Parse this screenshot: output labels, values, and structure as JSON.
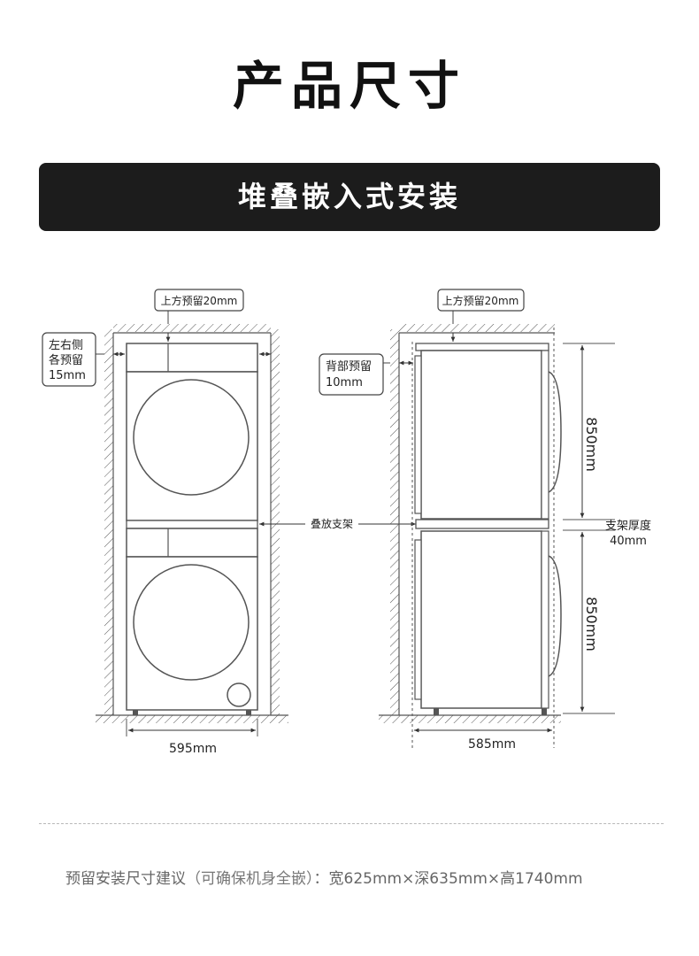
{
  "title": "产品尺寸",
  "banner": "堆叠嵌入式安装",
  "diagram": {
    "front": {
      "top_clearance": "上方预留20mm",
      "side_clearance_lines": [
        "左右侧",
        "各预留",
        "15mm"
      ],
      "width": "595mm"
    },
    "side": {
      "top_clearance": "上方预留20mm",
      "back_clearance_lines": [
        "背部预留",
        "10mm"
      ],
      "depth": "585mm",
      "upper_height": "850mm",
      "lower_height": "850mm",
      "bracket_thickness_lines": [
        "支架厚度",
        "40mm"
      ]
    },
    "bracket_label": "叠放支架"
  },
  "footer": {
    "label": "预留安装尺寸建议",
    "note": "（可确保机身全嵌）",
    "dims": "：宽625mm×深635mm×高1740mm"
  }
}
